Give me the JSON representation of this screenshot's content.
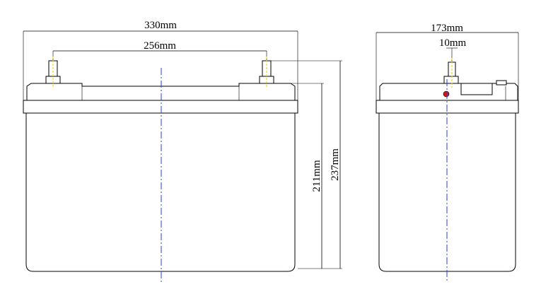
{
  "front_view": {
    "length_label": "330mm",
    "terminal_spacing_label": "256mm",
    "container_height_label": "211mm",
    "total_height_label": "237mm"
  },
  "side_view": {
    "width_label": "173mm",
    "terminal_offset_label": "10mm"
  },
  "colors": {
    "outline": "#000000",
    "centerline": "#2a3de0",
    "terminal_axis": "#e8d82a",
    "vent_marker": "#d01818"
  }
}
